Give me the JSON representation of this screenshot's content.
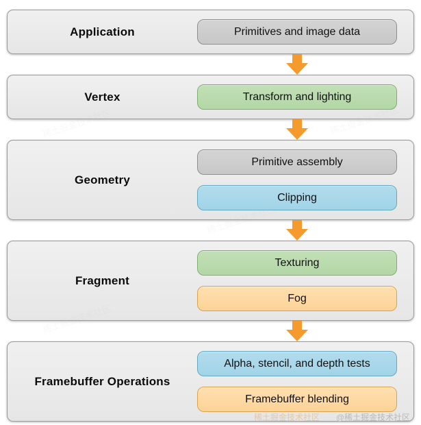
{
  "pipeline": {
    "stages": [
      {
        "label": "Application",
        "boxes": [
          {
            "text": "Primitives and image data",
            "color": "gray"
          }
        ]
      },
      {
        "label": "Vertex",
        "boxes": [
          {
            "text": "Transform and lighting",
            "color": "green"
          }
        ]
      },
      {
        "label": "Geometry",
        "boxes": [
          {
            "text": "Primitive assembly",
            "color": "gray"
          },
          {
            "text": "Clipping",
            "color": "blue"
          }
        ]
      },
      {
        "label": "Fragment",
        "boxes": [
          {
            "text": "Texturing",
            "color": "green"
          },
          {
            "text": "Fog",
            "color": "orange"
          }
        ]
      },
      {
        "label": "Framebuffer Operations",
        "boxes": [
          {
            "text": "Alpha, stencil, and depth tests",
            "color": "blue"
          },
          {
            "text": "Framebuffer blending",
            "color": "orange"
          }
        ]
      }
    ]
  },
  "arrow": {
    "color": "#f59b2e"
  },
  "watermark": {
    "text": "@稀土掘金技术社区",
    "ghost_text": "稀土掘金技术社区"
  }
}
